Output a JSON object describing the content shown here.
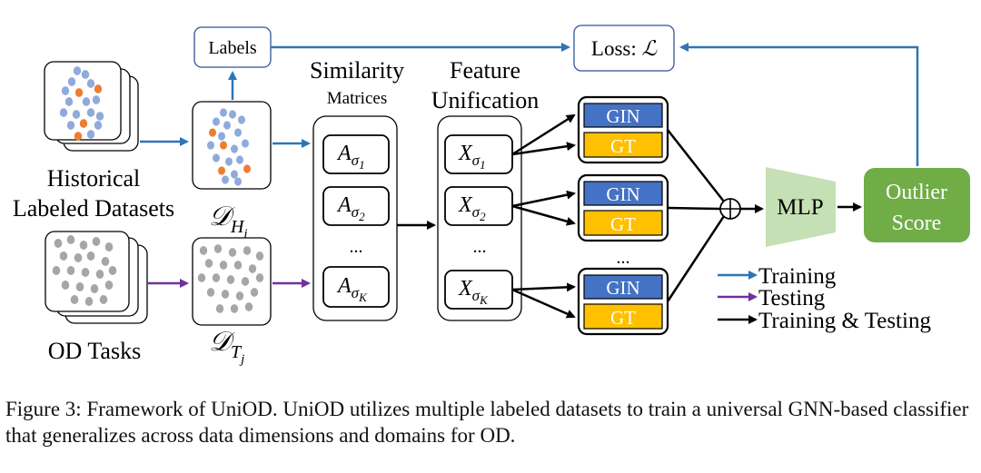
{
  "labels_box": "Labels",
  "loss_box": {
    "prefix": "Loss: ",
    "symbol": "ℒ"
  },
  "similarity": {
    "line1": "Similarity",
    "line2": "Matrices"
  },
  "feature": {
    "line1": "Feature",
    "line2": "Unification"
  },
  "matrices": [
    {
      "base": "A",
      "sub": "σ",
      "subsub": "1"
    },
    {
      "base": "A",
      "sub": "σ",
      "subsub": "2"
    },
    {
      "base": "A",
      "sub": "σ",
      "subsub": "K"
    }
  ],
  "features": [
    {
      "base": "X",
      "sub": "σ",
      "subsub": "1"
    },
    {
      "base": "X",
      "sub": "σ",
      "subsub": "2"
    },
    {
      "base": "X",
      "sub": "σ",
      "subsub": "K"
    }
  ],
  "ellipsis": "...",
  "historical_label": {
    "line1": "Historical",
    "line2": "Labeled Datasets"
  },
  "od_tasks_label": "OD Tasks",
  "d_h": {
    "base": "𝒟",
    "sub": "H",
    "subsub": "i"
  },
  "d_t": {
    "base": "𝒟",
    "sub": "T",
    "subsub": "j"
  },
  "gin_label": "GIN",
  "gt_label": "GT",
  "mlp_label": "MLP",
  "outlier": {
    "line1": "Outlier",
    "line2": "Score"
  },
  "legend": [
    {
      "label": "Training",
      "color": "#2e75b6"
    },
    {
      "label": "Testing",
      "color": "#7030a0"
    },
    {
      "label": "Training & Testing",
      "color": "#000000"
    }
  ],
  "caption": "Figure 3: Framework of UniOD. UniOD utilizes multiple labeled datasets to train a universal GNN-based classifier that generalizes across data dimensions and domains for OD.",
  "colors": {
    "training": "#2e75b6",
    "testing": "#7030a0",
    "gin": "#4472c4",
    "gt": "#ffc000",
    "mlp": "#c5e0b4",
    "outlier": "#70ad47",
    "dot_blue": "#8faadc",
    "dot_orange": "#ed7d31",
    "dot_gray": "#a6a6a6"
  }
}
